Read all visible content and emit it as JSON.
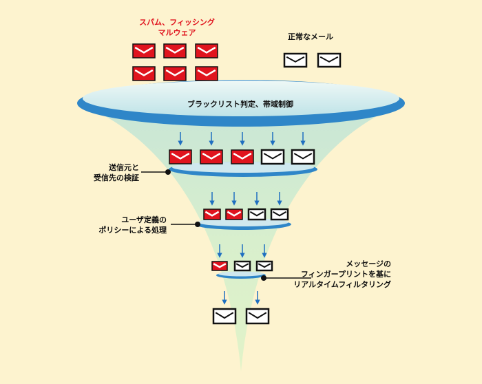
{
  "spam_label": [
    "スパム、フィッシング",
    "マルウェア"
  ],
  "normal_label": "正常なメール",
  "stage1_label": "ブラックリスト判定、帯域制御",
  "stage2_label": [
    "送信元と",
    "受信先の検証"
  ],
  "stage3_label": [
    "ユーザ定義の",
    "ポリシーによる処理"
  ],
  "stage4_label": [
    "メッセージの",
    "フィンガープリントを基に",
    "リアルタイムフィルタリング"
  ],
  "colors": {
    "background": "#fdf3cf",
    "spam_red": "#e0141e",
    "disc_blue": "#2f86c8",
    "funnel_green": "#d9ecd0",
    "arrow_blue": "#1f6fc0"
  },
  "icons": [
    "envelope-icon",
    "arrow-down-icon"
  ],
  "flow": [
    {
      "stage": "input",
      "spam": 6,
      "normal": 2
    },
    {
      "stage": "after-blacklist",
      "spam": 3,
      "normal": 2
    },
    {
      "stage": "after-sender-recipient-check",
      "spam": 2,
      "normal": 2
    },
    {
      "stage": "after-policy",
      "spam": 1,
      "normal": 2
    },
    {
      "stage": "after-fingerprint",
      "spam": 0,
      "normal": 2
    }
  ]
}
